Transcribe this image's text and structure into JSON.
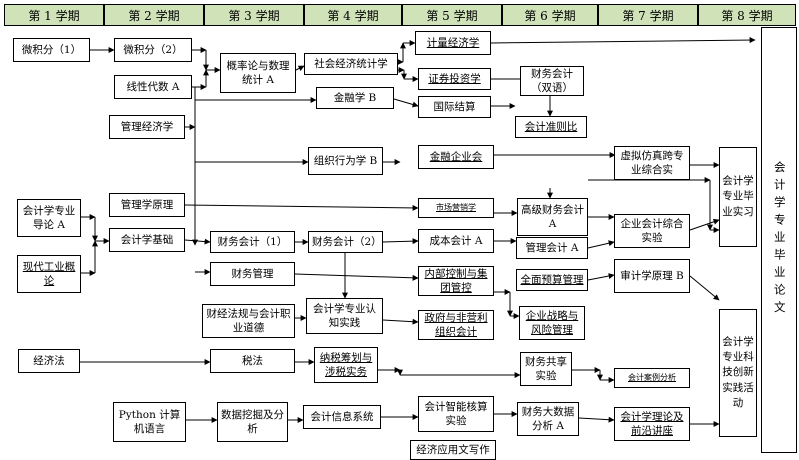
{
  "semesters": [
    "第 1 学期",
    "第 2 学期",
    "第 3 学期",
    "第 4 学期",
    "第 5 学期",
    "第 6 学期",
    "第 7 学期",
    "第 8 学期"
  ],
  "courses": {
    "calc1": "微积分（1）",
    "calc2": "微积分（2）",
    "linear_algebra": "线性代数 A",
    "prob_stat": "概率论与数理统计 A",
    "econ_stat": "社会经济统计学",
    "econometrics": "计量经济学",
    "securities": "证券投资学",
    "finance_b": "金融学 B",
    "intl_settlement": "国际结算",
    "acct_english": "财务会计（双语）",
    "acct_standards": "会计准则比",
    "mgmt_econ": "管理经济学",
    "org_behavior": "组织行为学 B",
    "fin_enterprise": "金融企业会",
    "virtual_sim": "虚拟仿真跨专业综合实",
    "mgmt_principles": "管理学原理",
    "marketing": "市场营销学",
    "adv_fin_acct": "高级财务会计 A",
    "intro_accounting": "会计学专业导论 A",
    "modern_industry": "现代工业概论",
    "accounting_basics": "会计学基础",
    "fin_acct1": "财务会计（1）",
    "fin_acct2": "财务会计（2）",
    "cost_acct": "成本会计 A",
    "mgmt_acct": "管理会计 A",
    "ent_acct_lab": "企业会计综合实验",
    "grad_internship": "会计学专业毕业实习",
    "fin_mgmt": "财务管理",
    "internal_control": "内部控制与集团管控",
    "budget_mgmt": "全面预算管理",
    "audit_b": "审计学原理 B",
    "fin_regulation": "财经法规与会计职业道德",
    "cognition_practice": "会计学专业认知实践",
    "gov_nonprofit": "政府与非营利组织会计",
    "strategy_risk": "企业战略与风险管理",
    "sci_tech_practice": "会计学专业科技创新实践活动",
    "economic_law": "经济法",
    "tax_law": "税法",
    "tax_planning": "纳税筹划与涉税实务",
    "shared_services": "财务共享实验",
    "case_analysis": "会计案例分析",
    "python": "Python 计算机语言",
    "data_mining": "数据挖掘及分析",
    "acct_info_sys": "会计信息系统",
    "smart_audit": "会计智能核算实验",
    "big_data": "财务大数据分析 A",
    "theory_frontier": "会计学理论及前沿讲座",
    "applied_writing": "经济应用文写作",
    "thesis": "会计学专业毕业论文"
  }
}
